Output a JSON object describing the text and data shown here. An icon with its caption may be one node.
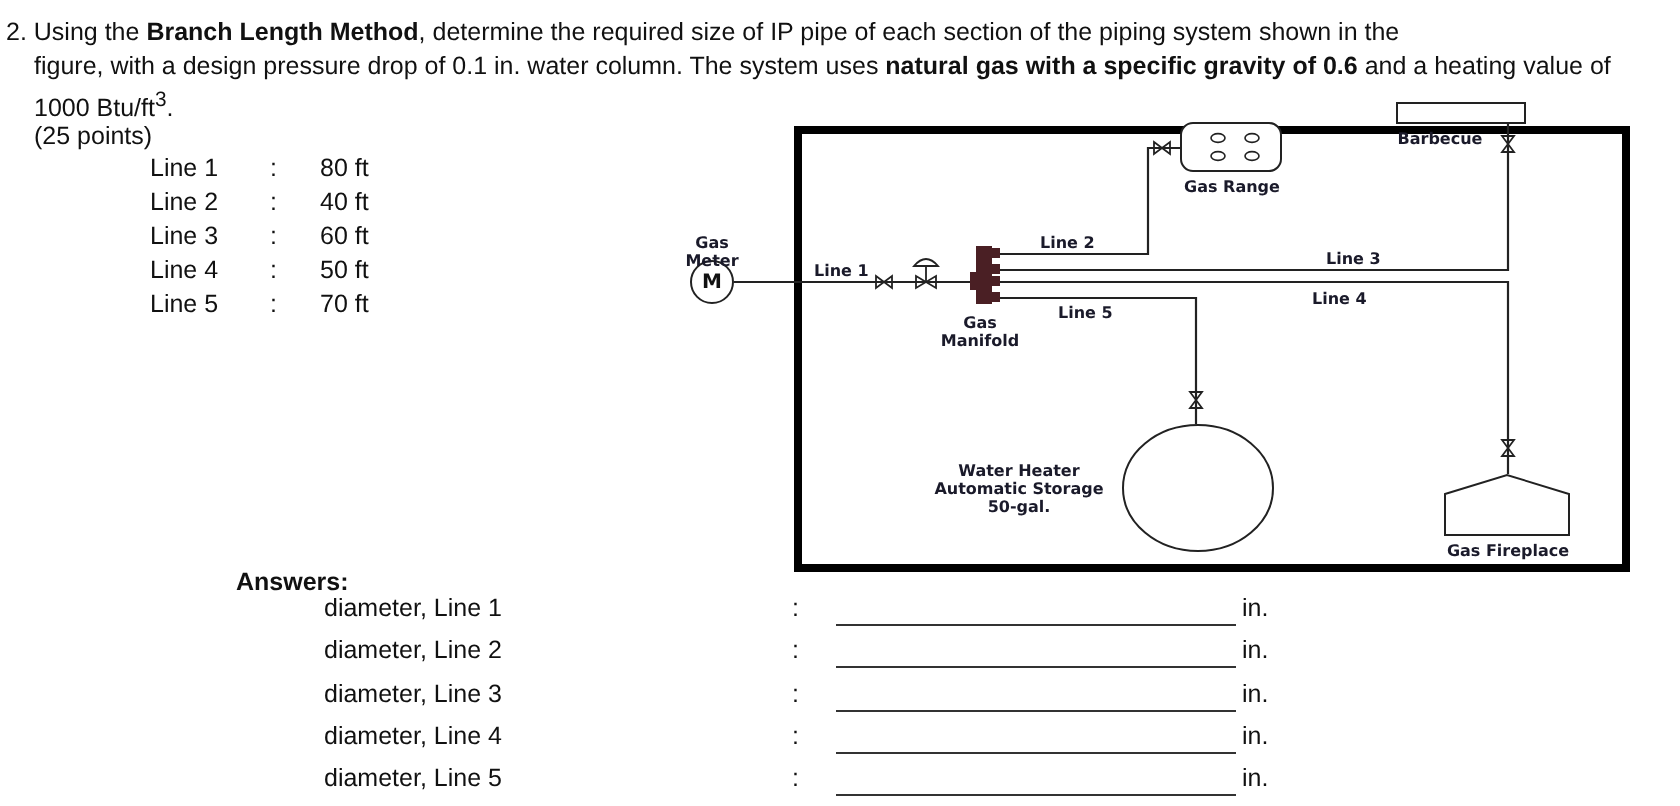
{
  "diagram": {
    "nodes": [
      {
        "text": [
          "M"
        ],
        "beside": [
          "Gas Meter"
        ]
      },
      {
        "text": [],
        "shape": "bar",
        "beside": [
          "Gas Manifold"
        ]
      },
      {
        "text": [],
        "shape": "box",
        "beside": [
          "Gas Range"
        ]
      },
      {
        "text": [],
        "shape": "box",
        "beside": [
          "Barbecue"
        ]
      },
      {
        "text": [],
        "shape": "circle",
        "beside": [
          "Water Heater Automatic Storage 50-gal."
        ]
      },
      {
        "text": [],
        "shape": "box",
        "beside": [
          "Gas Fireplace"
        ]
      }
    ],
    "edges": [
      {
        "from": 0,
        "to": 1,
        "arrow": "none",
        "label": "Line 1"
      },
      {
        "from": 1,
        "to": 2,
        "arrow": "none",
        "label": "Line 2"
      },
      {
        "from": 1,
        "to": 3,
        "arrow": "none",
        "label": "Line 3"
      },
      {
        "from": 1,
        "to": 5,
        "arrow": "none",
        "label": "Line 4"
      },
      {
        "from": 1,
        "to": 4,
        "arrow": "none",
        "label": "Line 5"
      }
    ],
    "labels": [
      "2. Using the **Branch Length Method**, determine the required size of IP pipe of each section of the piping system shown in the figure, with a design pressure drop of 0.1 in. water column. The system uses **natural gas with a specific gravity of 0.6** and a heating value of 1000 Btu/ft$^{3}$.",
      "(25 points)",
      "Line 1",
      ":",
      "80 ft",
      "Line 2",
      ":",
      "40 ft",
      "Line 3",
      ":",
      "60 ft",
      "Line 4",
      ":",
      "50 ft",
      "Line 5",
      ":",
      "70 ft",
      "Answers:",
      "diameter, Line 1",
      ":",
      "in.",
      "diameter, Line 2",
      ":",
      "in.",
      "diameter, Line 3",
      ":",
      "in.",
      "diameter, Line 4",
      ":",
      "in.",
      "diameter, Line 5",
      ":",
      "in."
    ]
  }
}
